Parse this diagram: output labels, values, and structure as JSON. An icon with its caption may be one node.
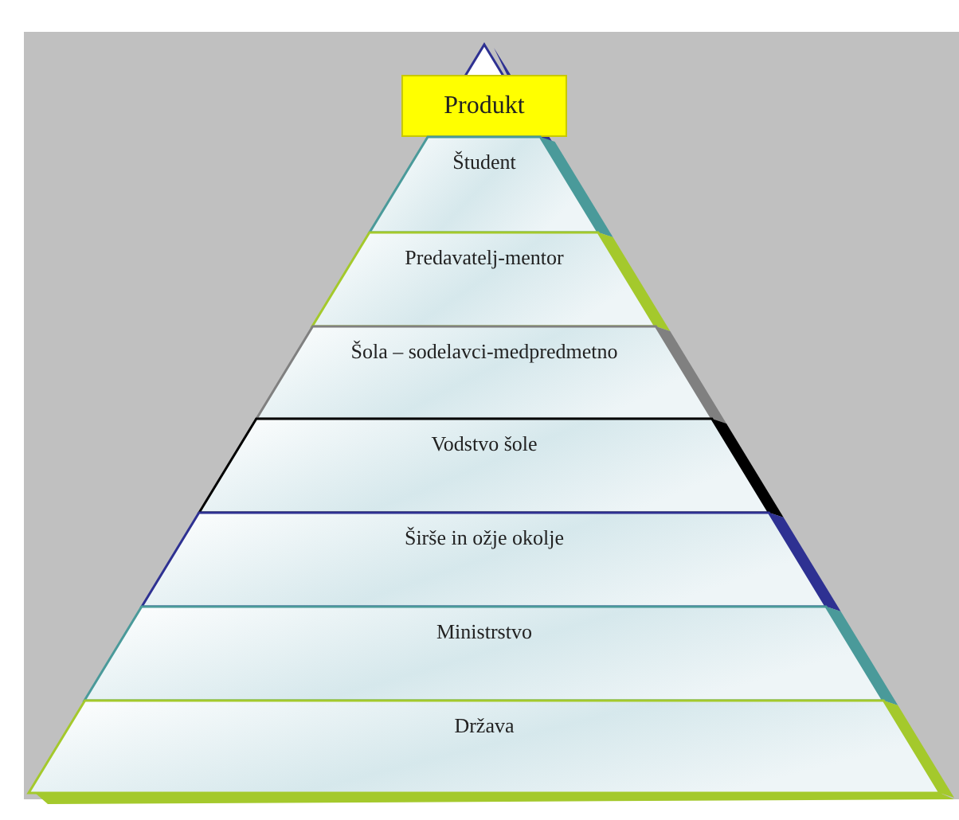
{
  "diagram": {
    "nodes": [
      {
        "text": [
          "Produkt"
        ]
      },
      {
        "text": [
          "Študent"
        ]
      },
      {
        "text": [
          "Predavatelj-mentor"
        ]
      },
      {
        "text": [
          "Šola – sodelavci-medpredmetno"
        ]
      },
      {
        "text": [
          "Vodstvo šole"
        ]
      },
      {
        "text": [
          "Širše in ožje okolje"
        ]
      },
      {
        "text": [
          "Ministrstvo"
        ]
      },
      {
        "text": [
          "Država"
        ]
      }
    ]
  }
}
